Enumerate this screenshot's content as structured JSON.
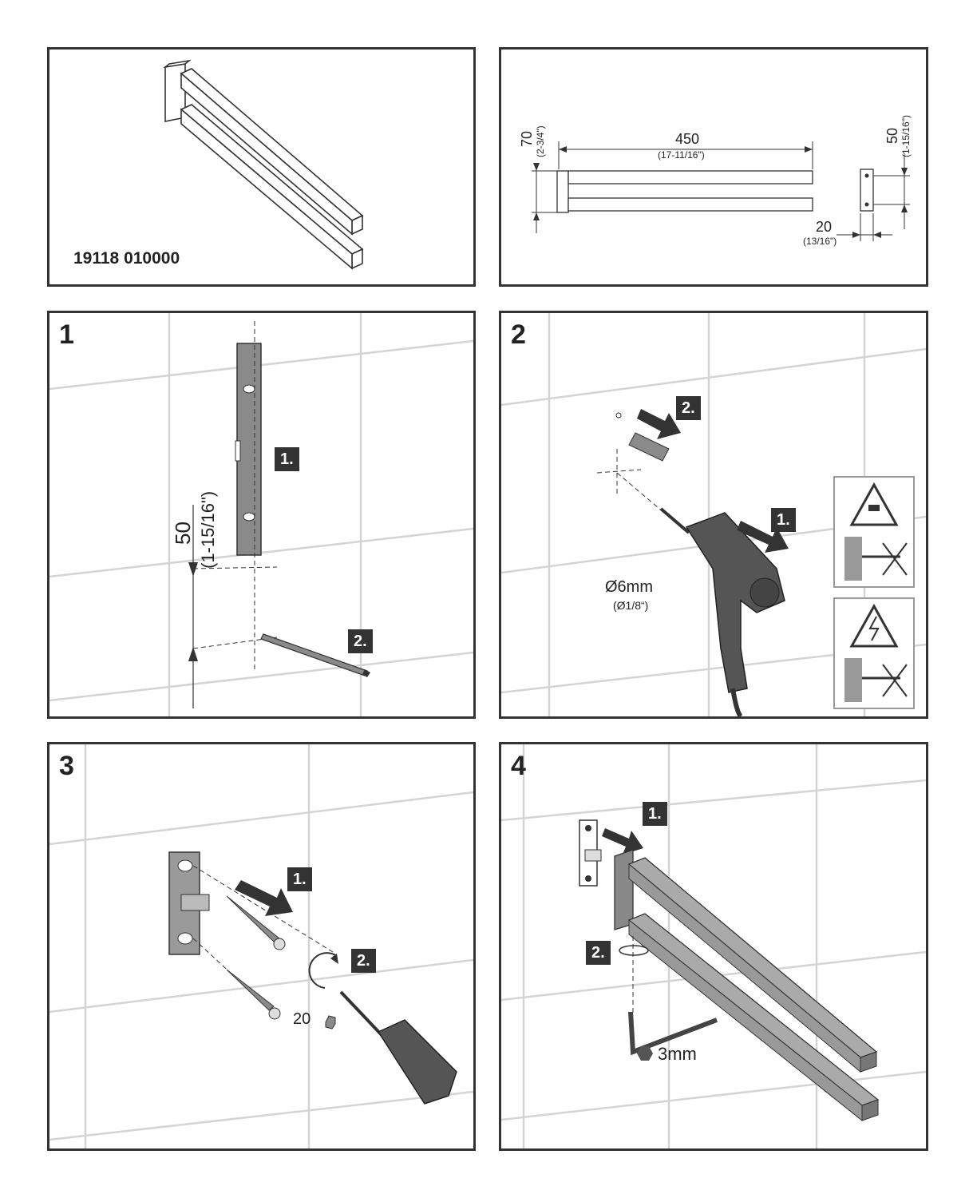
{
  "product": {
    "model_number": "19118 010000"
  },
  "dimensions": {
    "length": "450",
    "length_in": "(17-11/16\")",
    "height": "70",
    "height_in": "(2-3/4\")",
    "bracket_spacing": "50",
    "bracket_spacing_in": "(1-15/16\")",
    "depth": "20",
    "depth_in": "(13/16\")"
  },
  "steps": [
    {
      "number": "1",
      "measure": "50",
      "measure_in": "(1-15/16\")",
      "badges": [
        "1.",
        "2."
      ]
    },
    {
      "number": "2",
      "drill_size": "Ø6mm",
      "drill_size_in": "(Ø1/8“)",
      "badges": [
        "1.",
        "2."
      ],
      "warnings": [
        "water-pipe-warning-icon",
        "electric-cable-warning-icon"
      ]
    },
    {
      "number": "3",
      "torx_size": "20",
      "badges": [
        "1.",
        "2."
      ]
    },
    {
      "number": "4",
      "hex_key": "3mm",
      "badges": [
        "1.",
        "2."
      ]
    }
  ],
  "colors": {
    "frame": "#333333",
    "badge": "#333333",
    "tile_grid": "#d4d4d4",
    "part_gray": "#8a8a8a"
  }
}
